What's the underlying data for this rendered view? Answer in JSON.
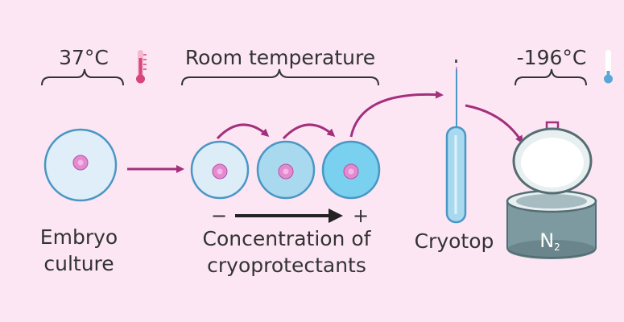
{
  "stage_left": {
    "temperature": "37°C",
    "caption_line1": "Embryo",
    "caption_line2": "culture"
  },
  "stage_middle": {
    "temperature": "Room temperature",
    "caption_line1": "Concentration of",
    "caption_line2": "cryoprotectants",
    "minus_sign": "−",
    "plus_sign": "+"
  },
  "stage_cryotop": {
    "caption": "Cryotop"
  },
  "stage_right": {
    "temperature": "-196°C",
    "tank_label": "N",
    "tank_label_subscript": "2"
  },
  "colors": {
    "background": "#fce6f4",
    "arrow": "#a3307c",
    "dish_rim": "#4a96c4",
    "embryo": "#e48ad0",
    "thermometer_warm": "#d6457e",
    "thermometer_cold": "#5aa7d6",
    "tank_body": "#7d9aa1"
  }
}
